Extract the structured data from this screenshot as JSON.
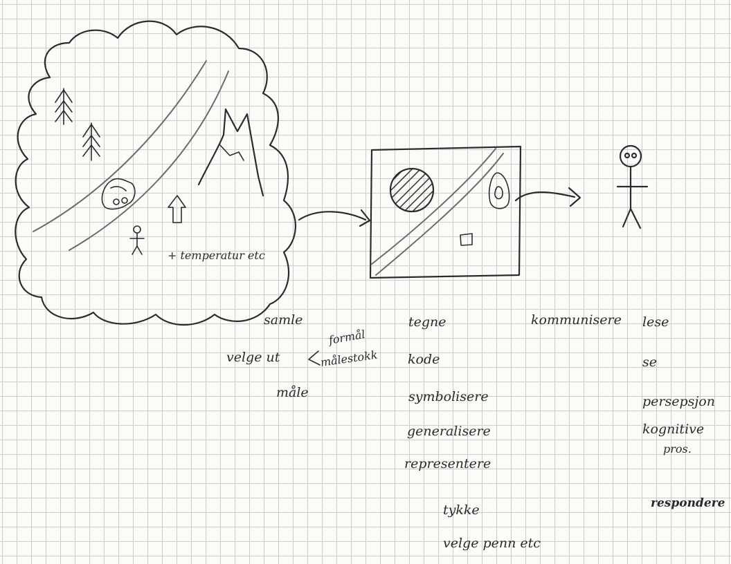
{
  "landscape_label": "+ temperatur etc",
  "column_collect": {
    "samle": "samle",
    "velge_ut": "velge ut",
    "bracket_top": "formål",
    "bracket_bottom": "målestokk",
    "male": "måle"
  },
  "column_map": {
    "items": [
      "tegne",
      "kode",
      "symbolisere",
      "generalisere",
      "representere"
    ],
    "sub_items": [
      "tykke",
      "velge penn etc"
    ]
  },
  "column_communicate": {
    "label": "kommunisere"
  },
  "column_user": {
    "items": [
      "lese",
      "se",
      "persepsjon"
    ],
    "kognitive_line1": "kognitive",
    "kognitive_line2": "pros.",
    "respondere": "respondere"
  }
}
